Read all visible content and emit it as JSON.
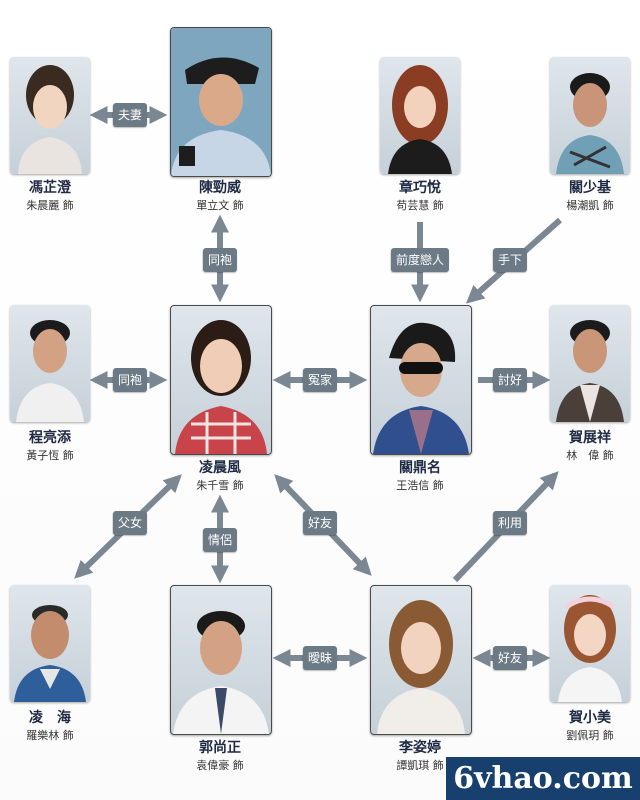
{
  "characters": {
    "feng_zhicheng": {
      "name": "馮芷澄",
      "actor": "朱晨麗 飾"
    },
    "chen_jinwei": {
      "name": "陳勁威",
      "actor": "單立文 飾"
    },
    "zhang_qiaoyue": {
      "name": "章巧悅",
      "actor": "苟芸慧 飾"
    },
    "guan_shaoji": {
      "name": "關少基",
      "actor": "楊潮凱 飾"
    },
    "cheng_liangtian": {
      "name": "程亮添",
      "actor": "黃子恆 飾"
    },
    "ling_chenfeng": {
      "name": "凌晨風",
      "actor": "朱千雪 飾"
    },
    "guan_dingming": {
      "name": "關鼎名",
      "actor": "王浩信 飾"
    },
    "he_zhanxiang": {
      "name": "賀展祥",
      "actor": "林　偉 飾"
    },
    "ling_hai": {
      "name": "凌　海",
      "actor": "羅樂林 飾"
    },
    "guo_shangzheng": {
      "name": "郭尚正",
      "actor": "袁偉豪 飾"
    },
    "li_ziting": {
      "name": "李姿婷",
      "actor": "譚凱琪 飾"
    },
    "he_xiaomei": {
      "name": "賀小美",
      "actor": "劉佩玥 飾"
    }
  },
  "relations": {
    "couple": "夫妻",
    "colleague_top": "同袍",
    "ex_lover": "前度戀人",
    "henchman": "手下",
    "colleague_left": "同袍",
    "enemy": "冤家",
    "flatter": "討好",
    "father_daughter": "父女",
    "lovers": "情侶",
    "friend_center": "好友",
    "use": "利用",
    "ambiguous": "曖昧",
    "friend_right": "好友"
  },
  "watermark": "6vhao.com",
  "colors": {
    "arrow": "#7b8893",
    "label_bg": "#6c7a86",
    "name_text": "#1f2a44",
    "watermark_bg": "#18406e"
  }
}
